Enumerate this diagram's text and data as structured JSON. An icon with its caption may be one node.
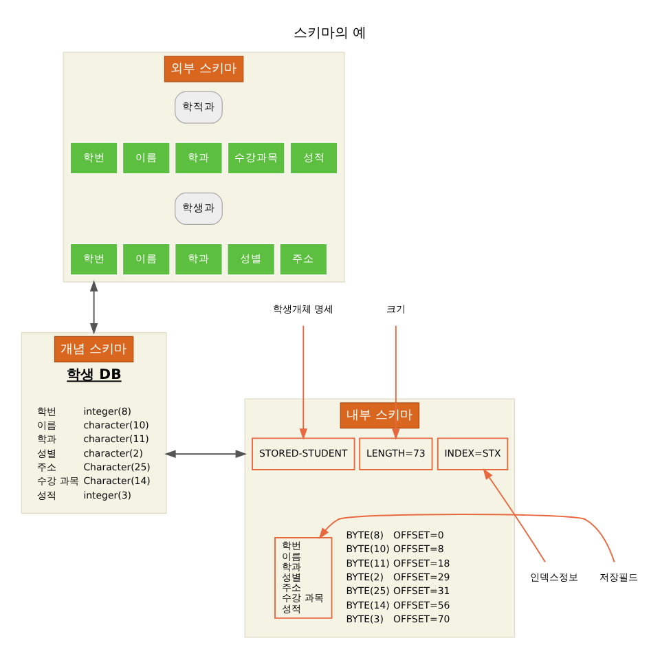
{
  "diagram": {
    "title": "스키마의 예",
    "nodes": [
      {
        "text": [
          "외부 스키마"
        ]
      },
      {
        "text": [
          "학적과"
        ],
        "in": 0
      },
      {
        "text": [
          "학번"
        ],
        "in": 0
      },
      {
        "text": [
          "이름"
        ],
        "in": 0
      },
      {
        "text": [
          "학과"
        ],
        "in": 0
      },
      {
        "text": [
          "수강과목"
        ],
        "in": 0
      },
      {
        "text": [
          "성적"
        ],
        "in": 0
      },
      {
        "text": [
          "학생과"
        ],
        "in": 0
      },
      {
        "text": [
          "학번"
        ],
        "in": 0
      },
      {
        "text": [
          "이름"
        ],
        "in": 0
      },
      {
        "text": [
          "학과"
        ],
        "in": 0
      },
      {
        "text": [
          "성별"
        ],
        "in": 0
      },
      {
        "text": [
          "주소"
        ],
        "in": 0
      },
      {
        "text": [
          "개념 스키마",
          "학생 DB"
        ]
      },
      {
        "text": [
          "내부 스키마"
        ]
      },
      {
        "text": [
          "STORED-STUDENT"
        ],
        "in": 14
      },
      {
        "text": [
          "LENGTH=73"
        ],
        "in": 14
      },
      {
        "text": [
          "INDEX=STX"
        ],
        "in": 14
      },
      {
        "text": [
          "학번",
          "이름",
          "학과",
          "성별",
          "주소",
          "수강 과목",
          "성적"
        ],
        "in": 14
      },
      {
        "text": [
          "학생개체 명세"
        ]
      },
      {
        "text": [
          "크기"
        ]
      },
      {
        "text": [
          "인덱스정보"
        ]
      },
      {
        "text": [
          "저장필드"
        ]
      }
    ],
    "edges": [
      {
        "from": 0,
        "to": 13,
        "arrow": "both",
        "color": "#555555"
      },
      {
        "from": 13,
        "to": 14,
        "arrow": "both",
        "color": "#555555"
      },
      {
        "from": 19,
        "to": 15,
        "arrow": "to"
      },
      {
        "from": 20,
        "to": 16,
        "arrow": "to"
      },
      {
        "from": 21,
        "to": 17,
        "arrow": "to"
      },
      {
        "from": 22,
        "to": 18,
        "arrow": "to"
      }
    ],
    "labels": [
      "학번",
      "integer(8)",
      "이름",
      "character(10)",
      "학과",
      "character(11)",
      "성별",
      "character(2)",
      "주소",
      "Character(25)",
      "수강 과목",
      "Character(14)",
      "성적",
      "integer(3)",
      "BYTE(8)",
      "OFFSET=0",
      "BYTE(10)",
      "OFFSET=8",
      "BYTE(11)",
      "OFFSET=18",
      "BYTE(2)",
      "OFFSET=29",
      "BYTE(25)",
      "OFFSET=31",
      "BYTE(14)",
      "OFFSET=56",
      "BYTE(3)",
      "OFFSET=70"
    ]
  }
}
